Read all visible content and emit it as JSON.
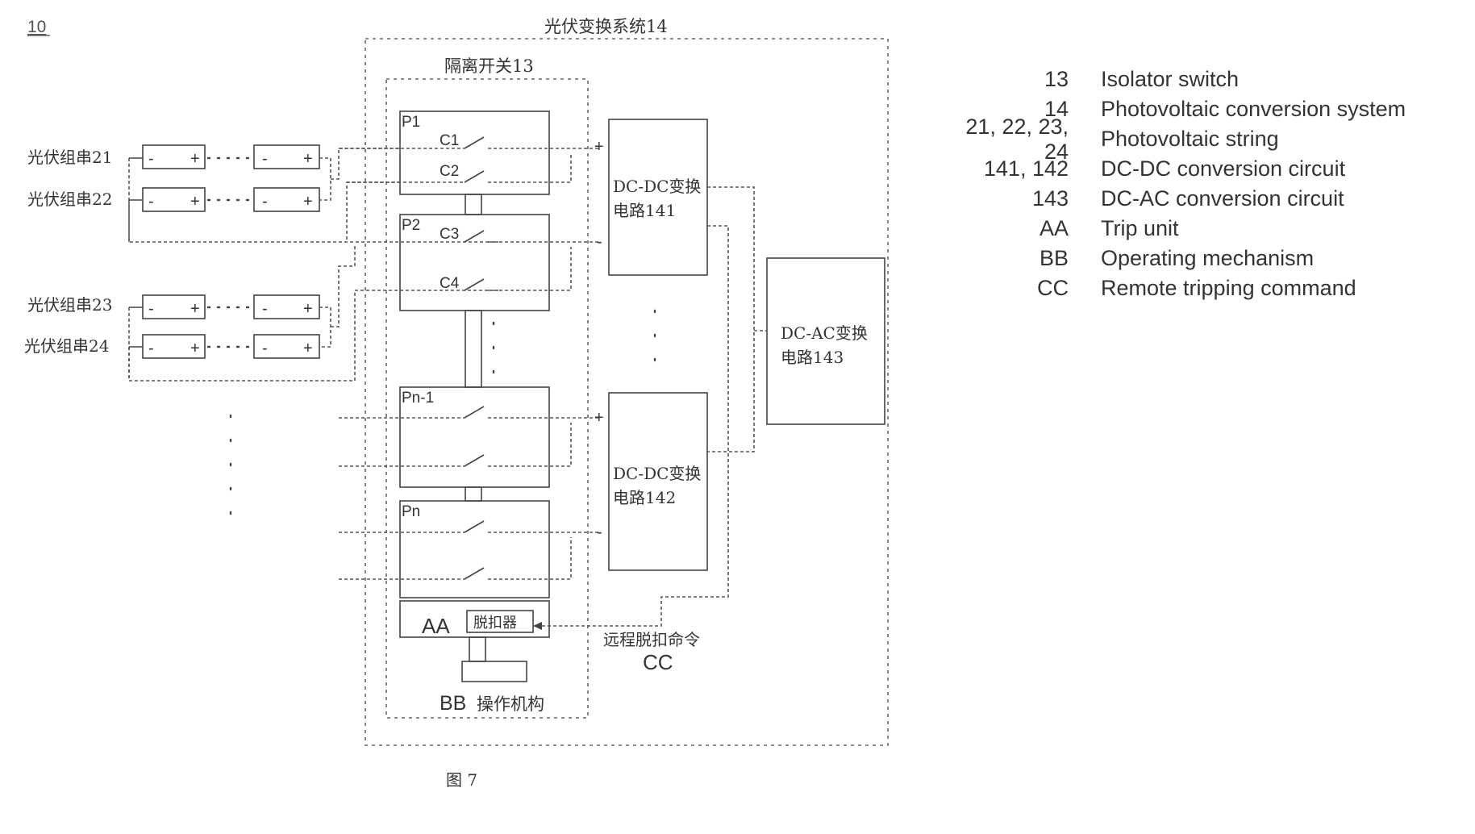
{
  "figure": {
    "ref": "10",
    "caption": "图 7",
    "system_label": "光伏变换系统14",
    "isolator_label": "隔离开关13",
    "poles": [
      "P1",
      "P2",
      "Pn-1",
      "Pn"
    ],
    "contacts": [
      "C1",
      "C2",
      "C3",
      "C4"
    ],
    "strings": [
      "光伏组串21",
      "光伏组串22",
      "光伏组串23",
      "光伏组串24"
    ],
    "plus": "+",
    "minus": "-",
    "dcdc1": [
      "DC-DC变换",
      "电路141"
    ],
    "dcdc2": [
      "DC-DC变换",
      "电路142"
    ],
    "dcac": [
      "DC-AC变换",
      "电路143"
    ],
    "trip_code": "AA",
    "trip_unit": "脱扣器",
    "remote_cmd": "远程脱扣命令",
    "remote_code": "CC",
    "mech_code": "BB",
    "mech_label": "操作机构"
  },
  "legend": [
    {
      "code": "13",
      "desc": "Isolator switch"
    },
    {
      "code": "14",
      "desc": "Photovoltaic conversion system"
    },
    {
      "code": "21, 22, 23, 24",
      "desc": "Photovoltaic string"
    },
    {
      "code": "141, 142",
      "desc": "DC-DC conversion circuit"
    },
    {
      "code": "143",
      "desc": "DC-AC conversion circuit"
    },
    {
      "code": "AA",
      "desc": "Trip unit"
    },
    {
      "code": "BB",
      "desc": "Operating mechanism"
    },
    {
      "code": "CC",
      "desc": "Remote tripping command"
    }
  ]
}
